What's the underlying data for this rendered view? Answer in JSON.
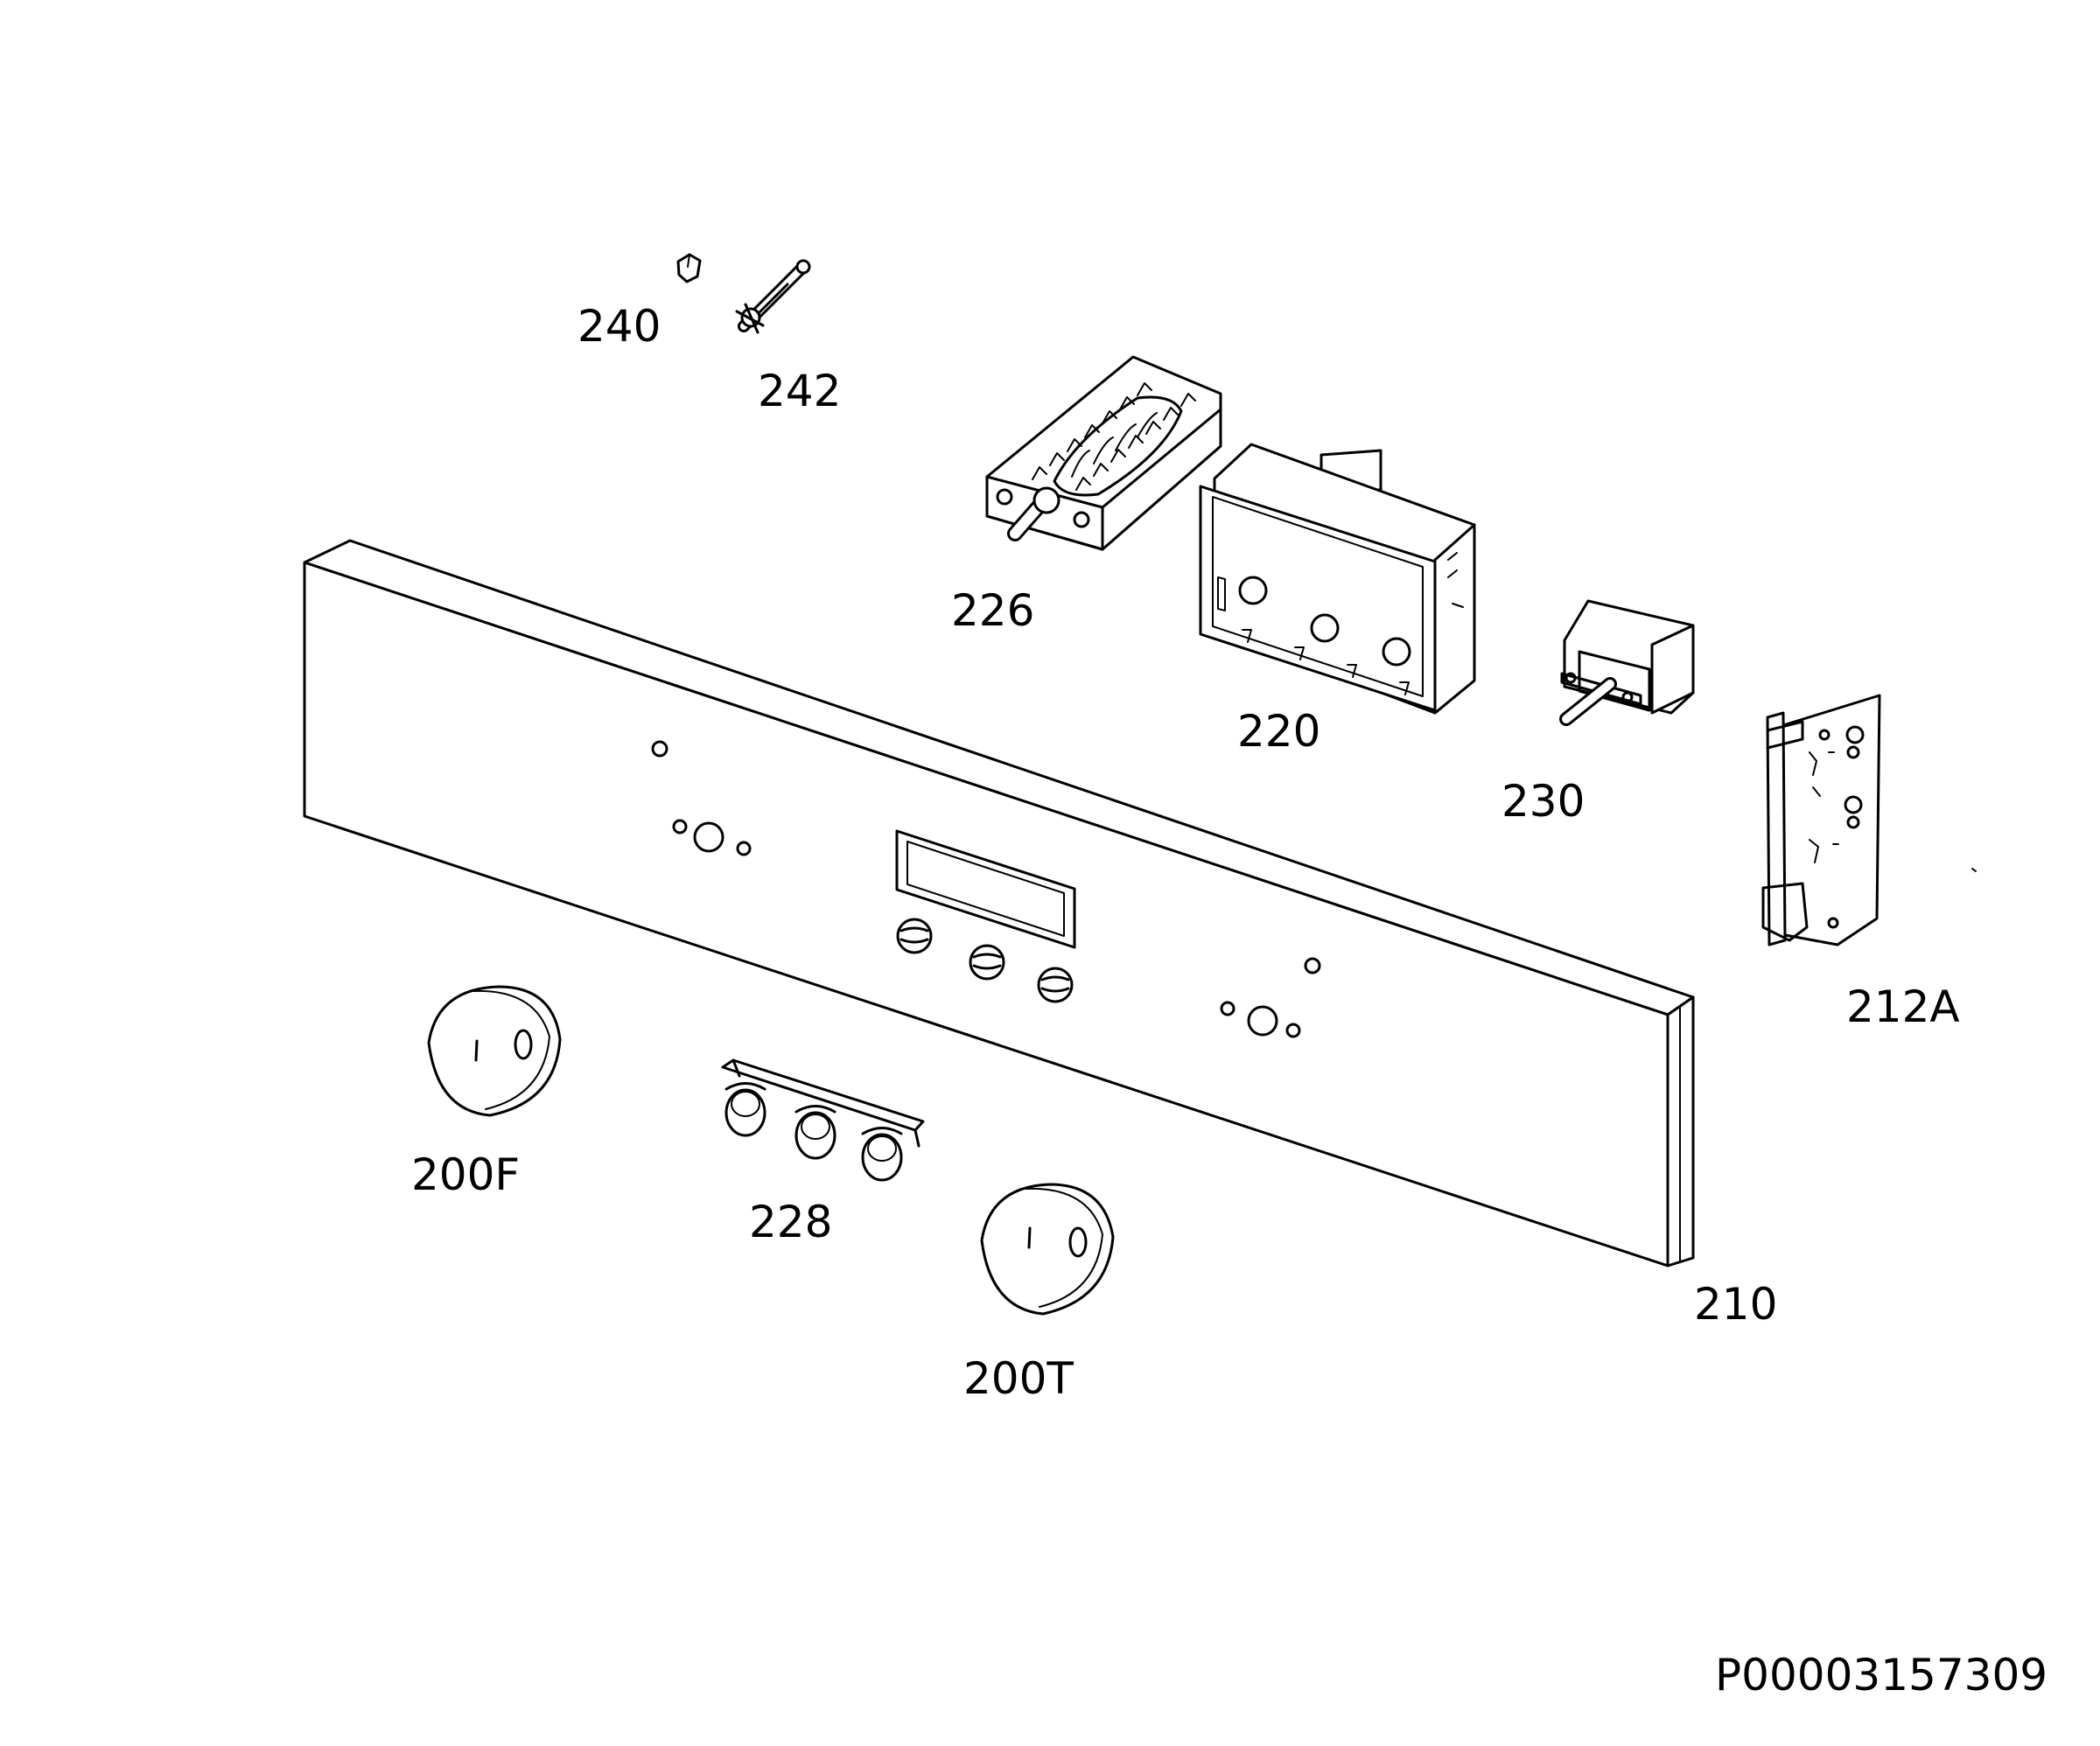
{
  "labels": {
    "p240": "240",
    "p242": "242",
    "p226": "226",
    "p220": "220",
    "p230": "230",
    "p212A": "212A",
    "p210": "210",
    "p200F": "200F",
    "p228": "228",
    "p200T": "200T"
  },
  "reference": "P00003157309"
}
